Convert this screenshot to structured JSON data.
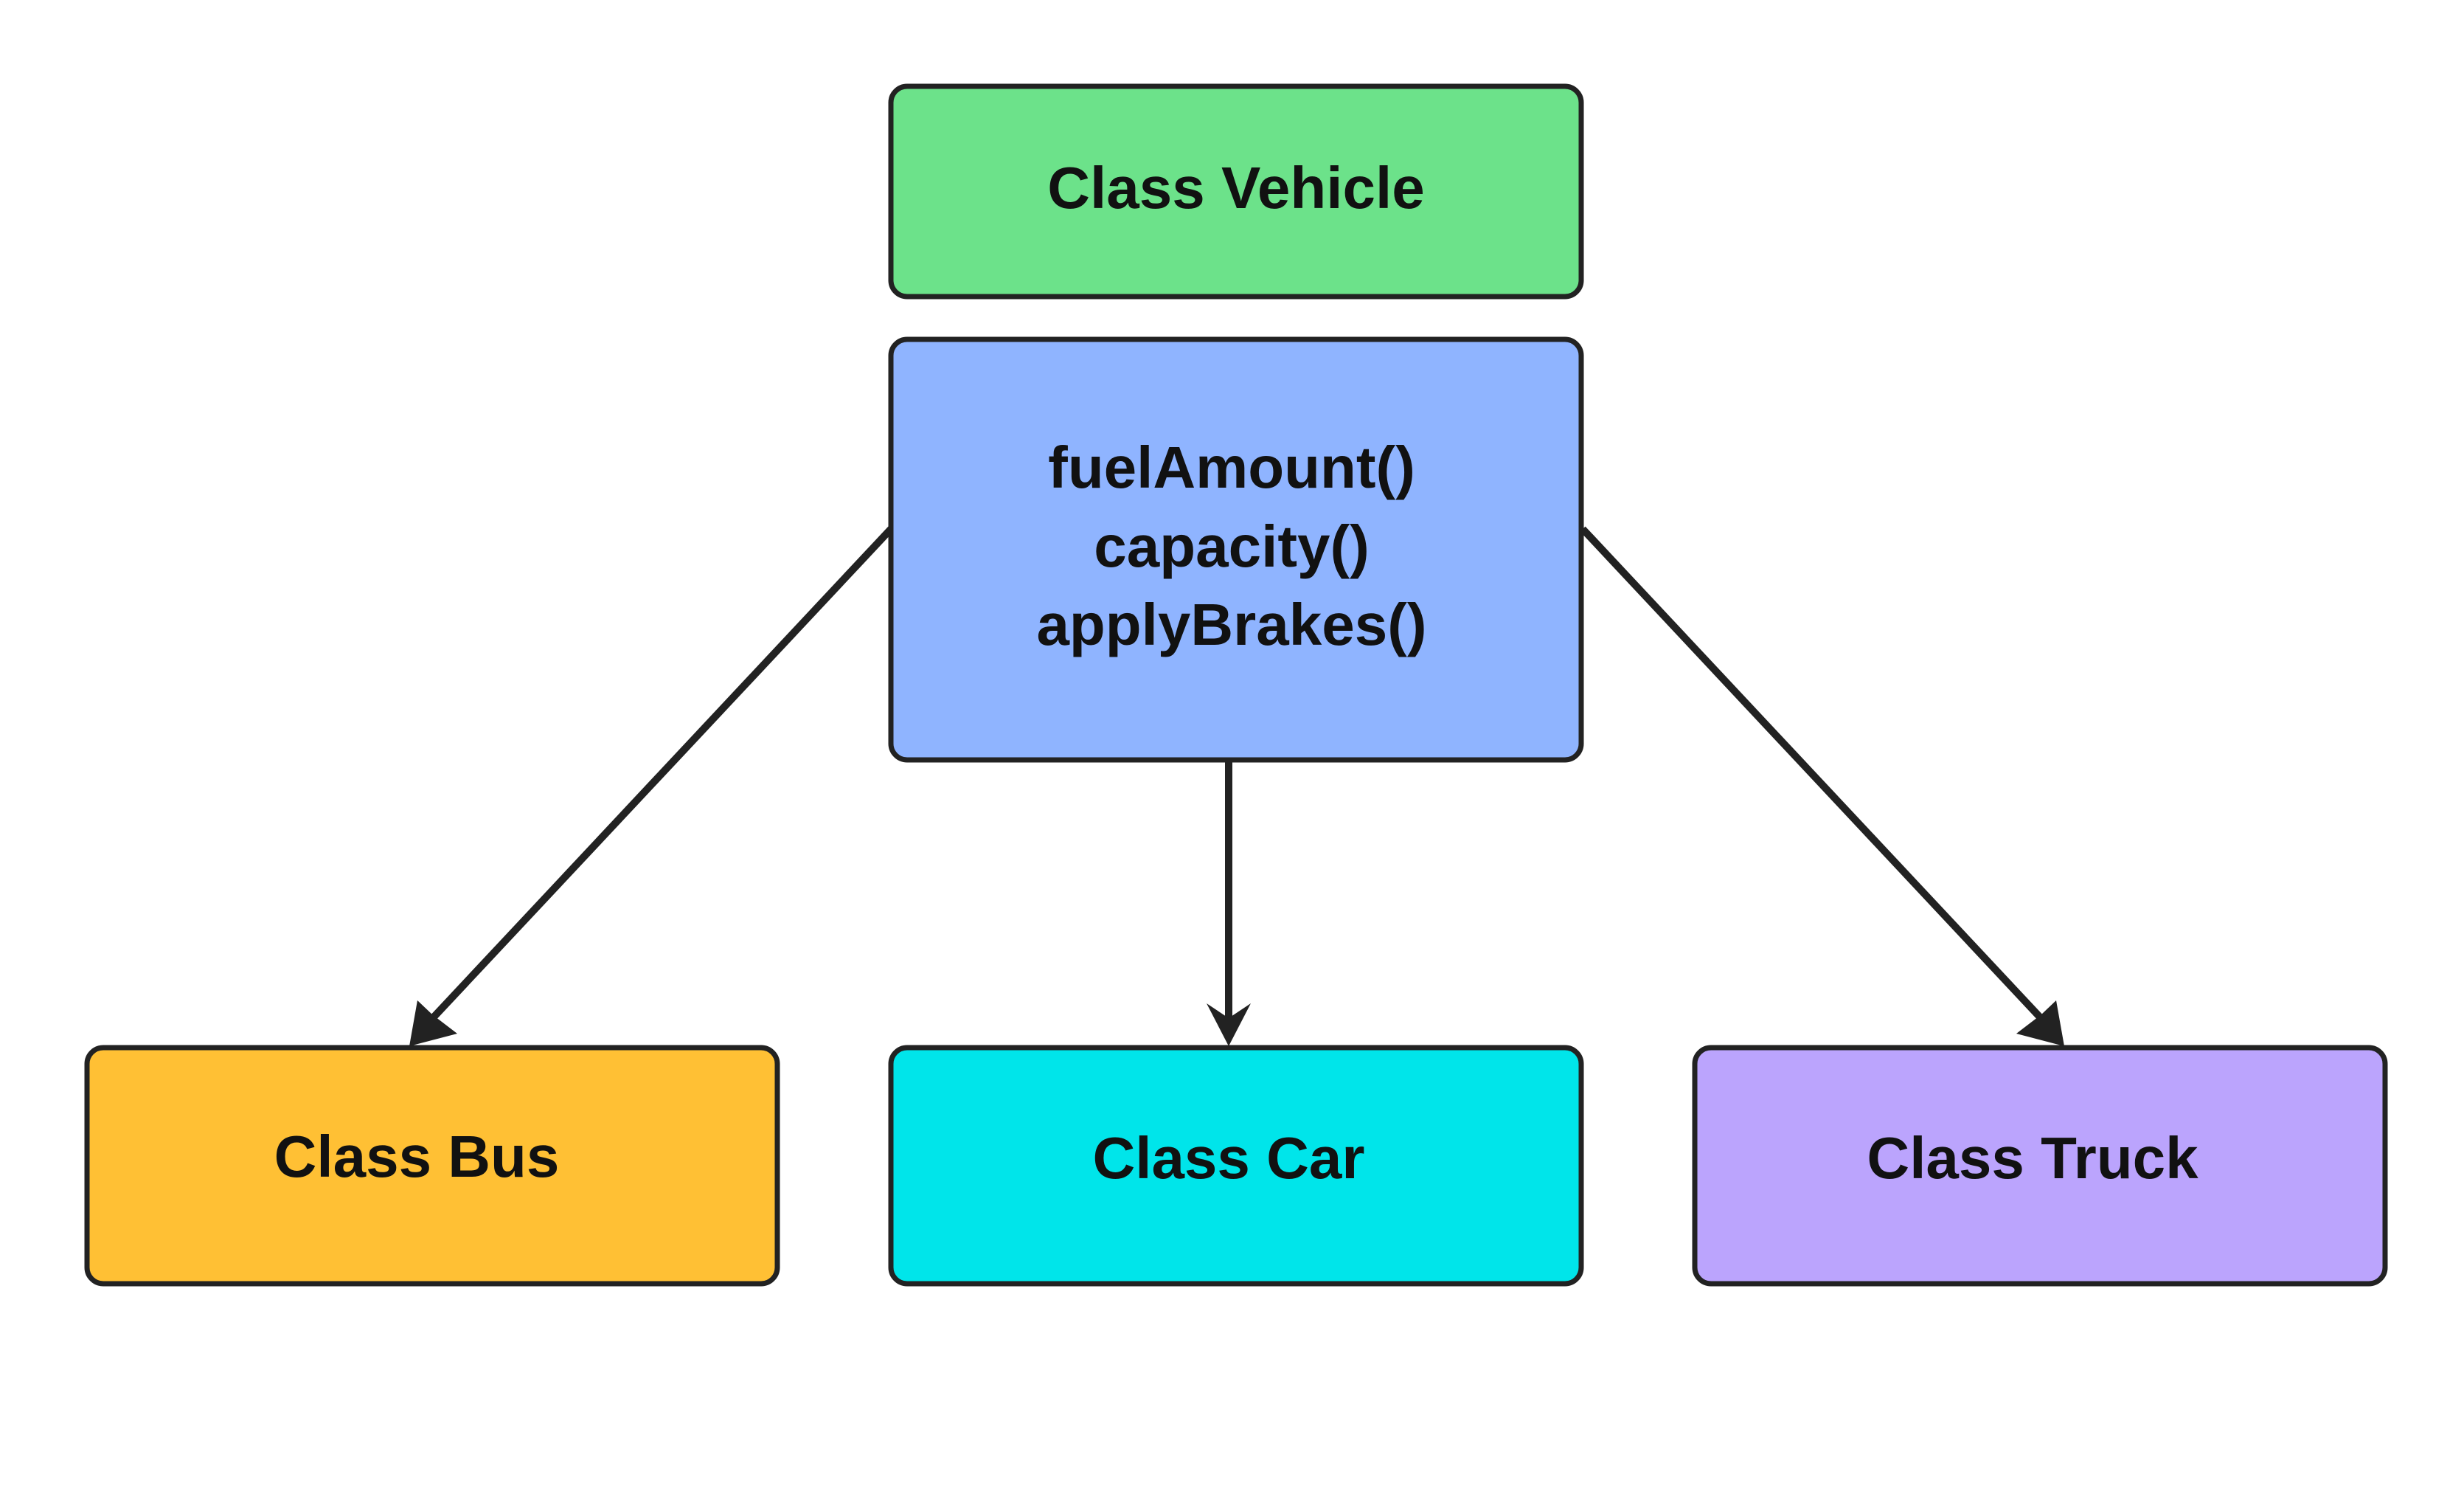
{
  "nodes": {
    "vehicle": {
      "label": "Class Vehicle",
      "color": "#6ce28a"
    },
    "methods": {
      "lines": [
        "fuelAmount()",
        "capacity()",
        "applyBrakes()"
      ],
      "color": "#8fb4ff"
    },
    "bus": {
      "label": "Class Bus",
      "color": "#ffc034"
    },
    "car": {
      "label": "Class Car",
      "color": "#00e5ea"
    },
    "truck": {
      "label": "Class Truck",
      "color": "#bba4fd"
    }
  },
  "edges": [
    {
      "from": "methods",
      "to": "bus"
    },
    {
      "from": "methods",
      "to": "car"
    },
    {
      "from": "methods",
      "to": "truck"
    }
  ]
}
